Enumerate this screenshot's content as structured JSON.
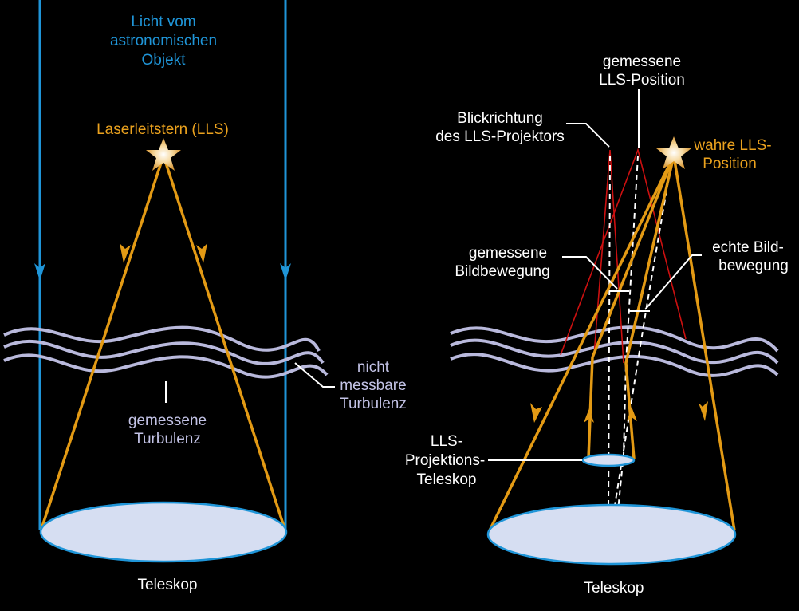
{
  "left": {
    "light_label": [
      "Licht vom",
      "astronomischen",
      "Objekt"
    ],
    "guide_star_label": "Laserleitstern (LLS)",
    "measured_turbulence": [
      "gemessene",
      "Turbulenz"
    ],
    "unmeasurable_turbulence": [
      "nicht",
      "messbare",
      "Turbulenz"
    ],
    "telescope_label": "Teleskop"
  },
  "right": {
    "measured_position": [
      "gemessene",
      "LLS-Position"
    ],
    "projector_direction": [
      "Blickrichtung",
      "des LLS-Projektors"
    ],
    "true_position": [
      "wahre LLS-",
      "Position"
    ],
    "measured_motion": [
      "gemessene",
      "Bildbewegung"
    ],
    "true_motion": [
      "echte Bild-",
      "bewegung"
    ],
    "projection_telescope": [
      "LLS-",
      "Projektions-",
      "Teleskop"
    ],
    "telescope_label": "Teleskop"
  },
  "colors": {
    "light": "#1f95d8",
    "laser": "#e39a14",
    "turbulence": "#b9b9dc",
    "projector": "#cc1010",
    "telescope": "#d6def2"
  }
}
